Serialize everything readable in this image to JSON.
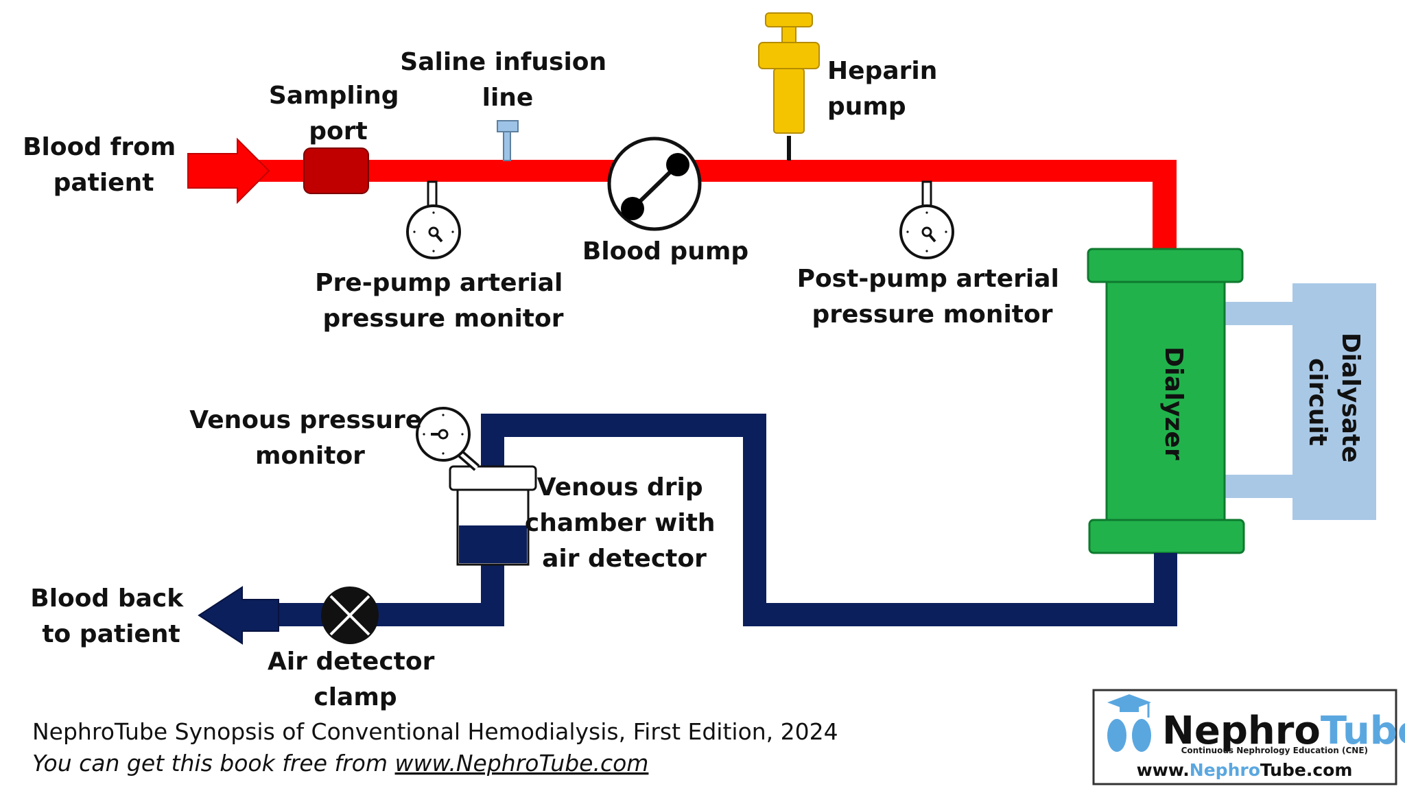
{
  "colors": {
    "arterial": "#ff0000",
    "venous": "#0b1f5c",
    "sampling_port": "#c00000",
    "dialyzer": "#22b24c",
    "dialysate": "#a9c8e6",
    "heparin": "#f5c400",
    "saline": "#9dc3e6",
    "logo_blue": "#5aa7e0"
  },
  "labels": {
    "blood_from_patient": [
      "Blood from",
      "patient"
    ],
    "sampling_port": [
      "Sampling",
      "port"
    ],
    "saline_line": [
      "Saline infusion",
      "line"
    ],
    "heparin_pump": [
      "Heparin",
      "pump"
    ],
    "pre_pump_monitor": [
      "Pre-pump arterial",
      "pressure monitor"
    ],
    "blood_pump": "Blood pump",
    "post_pump_monitor": [
      "Post-pump arterial",
      "pressure monitor"
    ],
    "dialyzer": "Dialyzer",
    "dialysate_circuit": [
      "Dialysate",
      "circuit"
    ],
    "venous_monitor": [
      "Venous pressure",
      "monitor"
    ],
    "drip_chamber": [
      "Venous drip",
      "chamber with",
      "air detector"
    ],
    "blood_back": [
      "Blood back",
      "to patient"
    ],
    "air_clamp": [
      "Air detector",
      "clamp"
    ]
  },
  "caption": {
    "line1": "NephroTube Synopsis of Conventional Hemodialysis, First Edition, 2024",
    "line2_prefix": "You can get this book free from ",
    "line2_link": "www.NephroTube.com"
  },
  "logo": {
    "name_part1": "Nephro",
    "name_part2": "Tube",
    "tagline": "Continuous Nephrology Education (CNE)",
    "url_part1": "www.",
    "url_part2": "Nephro",
    "url_part3": "Tube",
    "url_part4": ".com",
    "icon": "kidney-graduation-cap-icon"
  }
}
